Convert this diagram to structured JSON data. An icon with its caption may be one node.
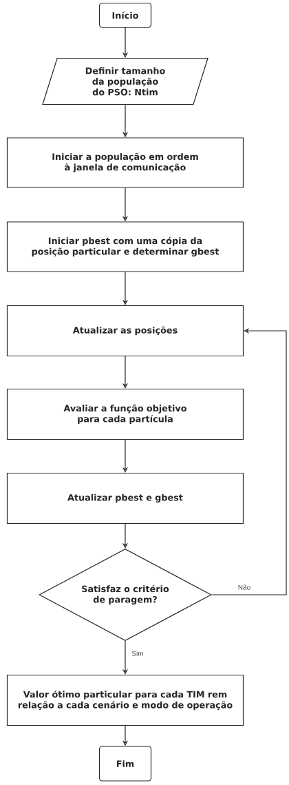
{
  "diagram": {
    "nodes": [
      {
        "text": [
          "Início"
        ]
      },
      {
        "text": [
          "Definir tamanho da população do PSO: Ntim"
        ]
      },
      {
        "text": [
          "Iniciar a população em ordem à janela de comunicação"
        ]
      },
      {
        "text": [
          "Iniciar pbest com uma cópia da posição particular e determinar gbest"
        ]
      },
      {
        "text": [
          "Atualizar as posições"
        ]
      },
      {
        "text": [
          "Avaliar a função objetivo para cada partícula"
        ]
      },
      {
        "text": [
          "Atualizar pbest e gbest"
        ]
      },
      {
        "text": [
          "Satisfaz o critério de paragem?"
        ]
      },
      {
        "text": [
          "Valor ótimo particular para cada TIM rem relação a cada cenário e modo de operação"
        ]
      },
      {
        "text": [
          "Fim"
        ]
      }
    ],
    "edges": [
      {
        "from": 0,
        "to": 1,
        "arrow": "to"
      },
      {
        "from": 1,
        "to": 2,
        "arrow": "to"
      },
      {
        "from": 2,
        "to": 3,
        "arrow": "to"
      },
      {
        "from": 3,
        "to": 4,
        "arrow": "to"
      },
      {
        "from": 4,
        "to": 5,
        "arrow": "to"
      },
      {
        "from": 5,
        "to": 6,
        "arrow": "to"
      },
      {
        "from": 6,
        "to": 7,
        "arrow": "to"
      },
      {
        "from": 7,
        "to": 4,
        "arrow": "to",
        "label": "Não"
      },
      {
        "from": 7,
        "to": 8,
        "arrow": "to",
        "label": "Sim"
      },
      {
        "from": 8,
        "to": 9,
        "arrow": "to"
      }
    ]
  }
}
